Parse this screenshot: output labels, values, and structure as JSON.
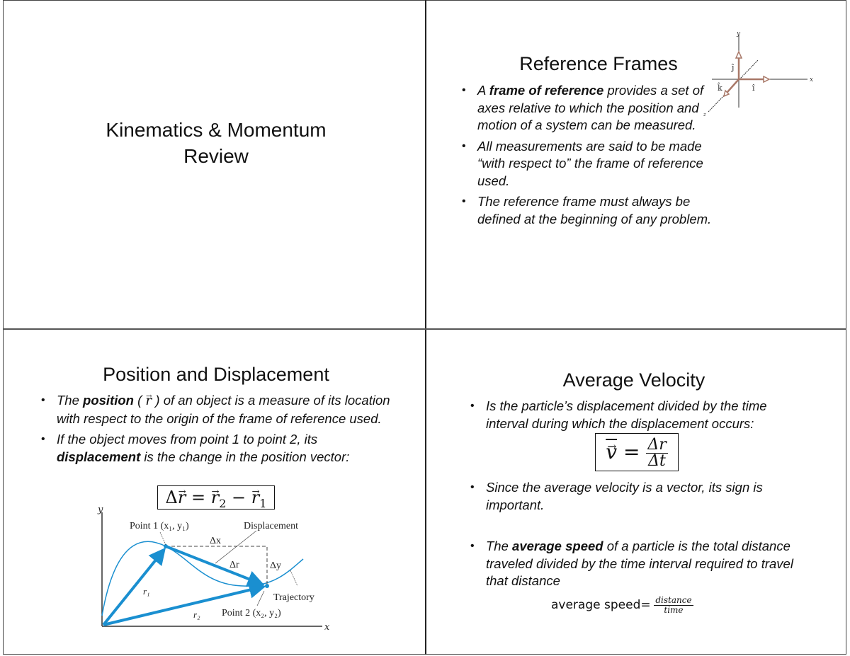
{
  "slides": [
    {
      "title_line1": "Kinematics & Momentum",
      "title_line2": "Review"
    },
    {
      "title": "Reference Frames",
      "bullets": [
        {
          "pre": "A ",
          "bold": "frame of reference",
          "post": " provides a set of axes relative to which the position and motion of a system can be measured."
        },
        {
          "text": "All measurements are said to be made “with respect to” the frame of reference used."
        },
        {
          "text": "The reference frame must always be defined at the beginning of any problem."
        }
      ],
      "axes_figure": {
        "axis_x": "x",
        "axis_y": "y",
        "axis_z": "z",
        "unit_i": "î",
        "unit_j": "ĵ",
        "unit_k": "k̂",
        "vector_color": "#a87868"
      }
    },
    {
      "title": "Position and Displacement",
      "bullets": [
        {
          "pre": "The ",
          "bold": "position",
          "mid": " ( ",
          "sym": "r",
          "post": " ) of an object is a measure of its location with respect to the origin of the frame of reference used."
        },
        {
          "pre": "If the object moves from point 1 to point 2, its ",
          "bold": "displacement",
          "post": " is the change in the position vector:"
        }
      ],
      "equation": {
        "delta": "Δ",
        "r": "r",
        "eq": " = ",
        "r2": "r",
        "sub2": "2",
        "minus": " − ",
        "r1": "r",
        "sub1": "1"
      },
      "figure": {
        "axis_y": "y",
        "axis_x": "x",
        "point1": "Point 1 (x₁, y₁)",
        "point2": "Point 2 (x₂, y₂)",
        "displacement": "Displacement",
        "dx": "Δx",
        "dy": "Δy",
        "dr": "Δr",
        "r1": "r₁",
        "r2": "r₂",
        "trajectory": "Trajectory",
        "color": "#1a8fd0"
      }
    },
    {
      "title": "Average Velocity",
      "bullets": [
        {
          "text": "Is the particle’s displacement divided by the time interval during which the displacement occurs:"
        },
        {
          "text": "Since the average velocity is a vector, its sign is important."
        },
        {
          "pre": "The ",
          "bold": "average speed",
          "post": " of a particle is the total distance traveled divided by the time interval required to travel that distance"
        }
      ],
      "velocity_eq": {
        "v": "v",
        "eq": "=",
        "num": "Δr",
        "den": "Δt"
      },
      "speed_eq": {
        "label": "average speed=",
        "num": "distance",
        "den": "time"
      }
    }
  ]
}
